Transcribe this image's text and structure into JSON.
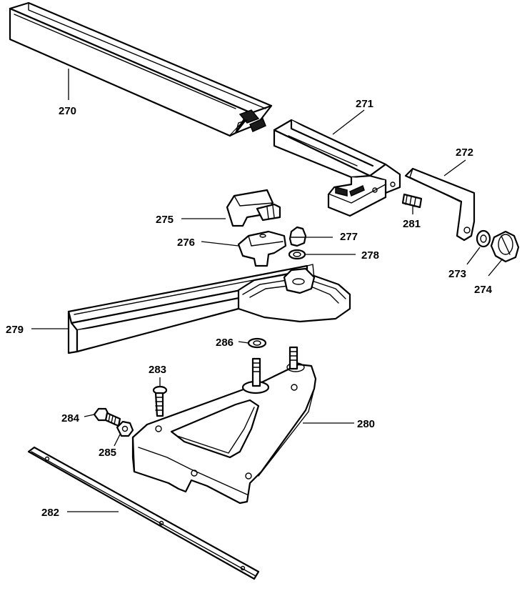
{
  "callouts": {
    "p270": "270",
    "p271": "271",
    "p272": "272",
    "p273": "273",
    "p274": "274",
    "p275": "275",
    "p276": "276",
    "p277": "277",
    "p278": "278",
    "p279": "279",
    "p280": "280",
    "p281": "281",
    "p282": "282",
    "p283": "283",
    "p284": "284",
    "p285": "285",
    "p286": "286"
  }
}
